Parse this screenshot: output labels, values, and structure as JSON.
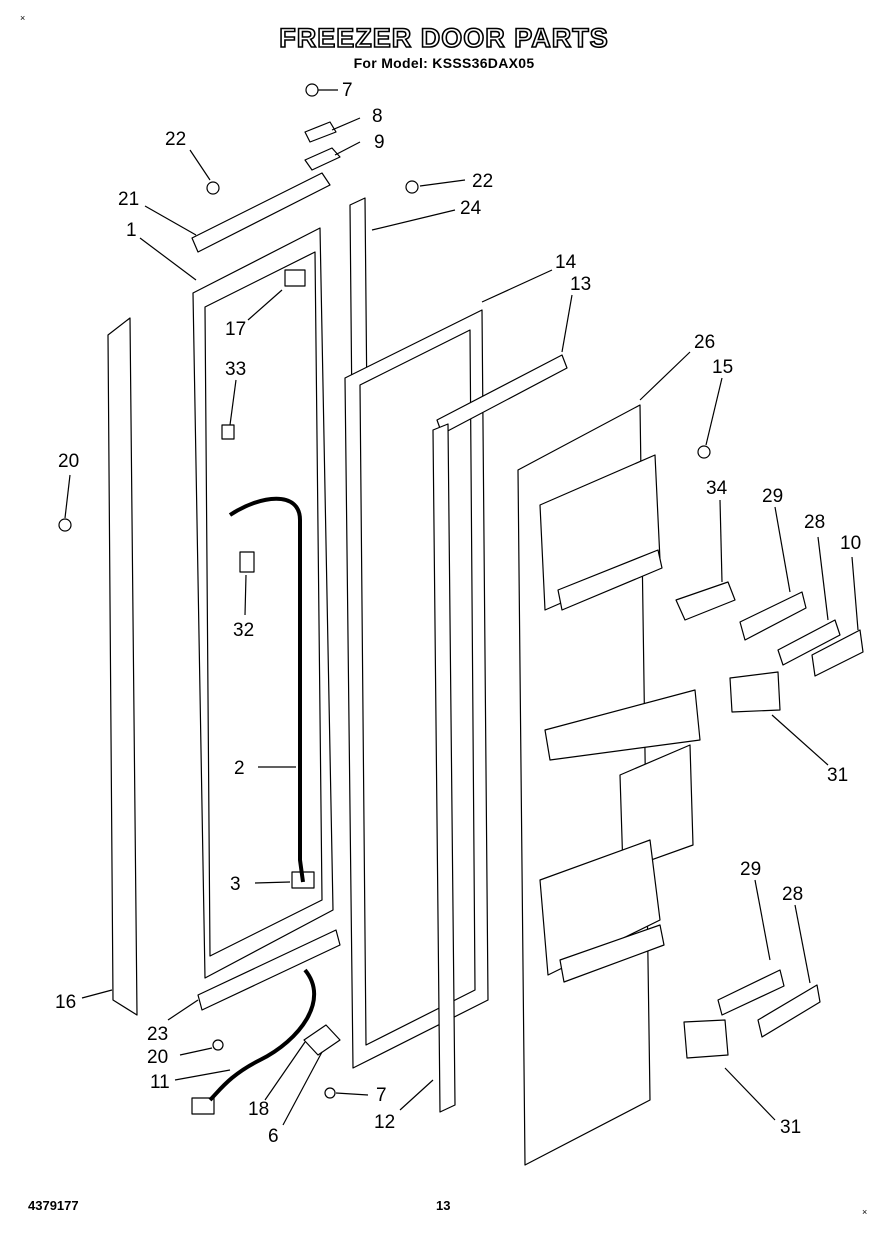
{
  "header": {
    "title": "FREEZER DOOR PARTS",
    "subtitle": "For Model: KSSS36DAX05"
  },
  "footer": {
    "doc_number": "4379177",
    "page_number": "13"
  },
  "corner_marks": {
    "top_left": "×",
    "bottom_right": "×"
  },
  "callouts": [
    "7",
    "8",
    "9",
    "22",
    "22",
    "24",
    "21",
    "1",
    "14",
    "13",
    "17",
    "33",
    "26",
    "15",
    "20",
    "34",
    "29",
    "28",
    "10",
    "32",
    "31",
    "2",
    "3",
    "29",
    "28",
    "16",
    "23",
    "20",
    "11",
    "18",
    "7",
    "6",
    "12",
    "31"
  ]
}
